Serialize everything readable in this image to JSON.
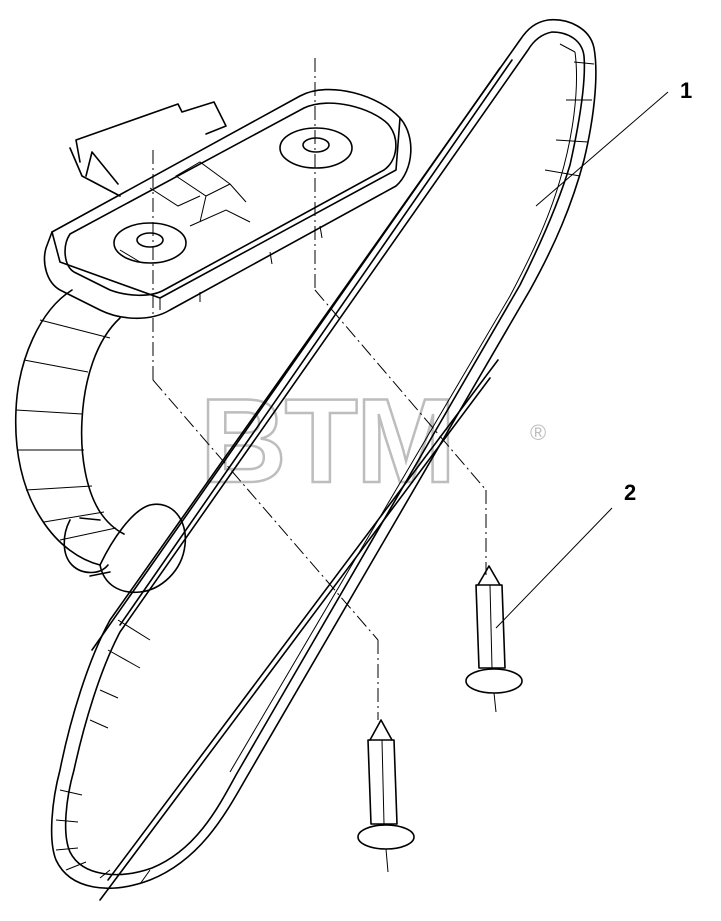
{
  "diagram": {
    "callouts": [
      {
        "id": "1",
        "label": "1"
      },
      {
        "id": "2",
        "label": "2"
      }
    ],
    "watermark": {
      "text": "BTM",
      "registered_mark": "®"
    }
  }
}
